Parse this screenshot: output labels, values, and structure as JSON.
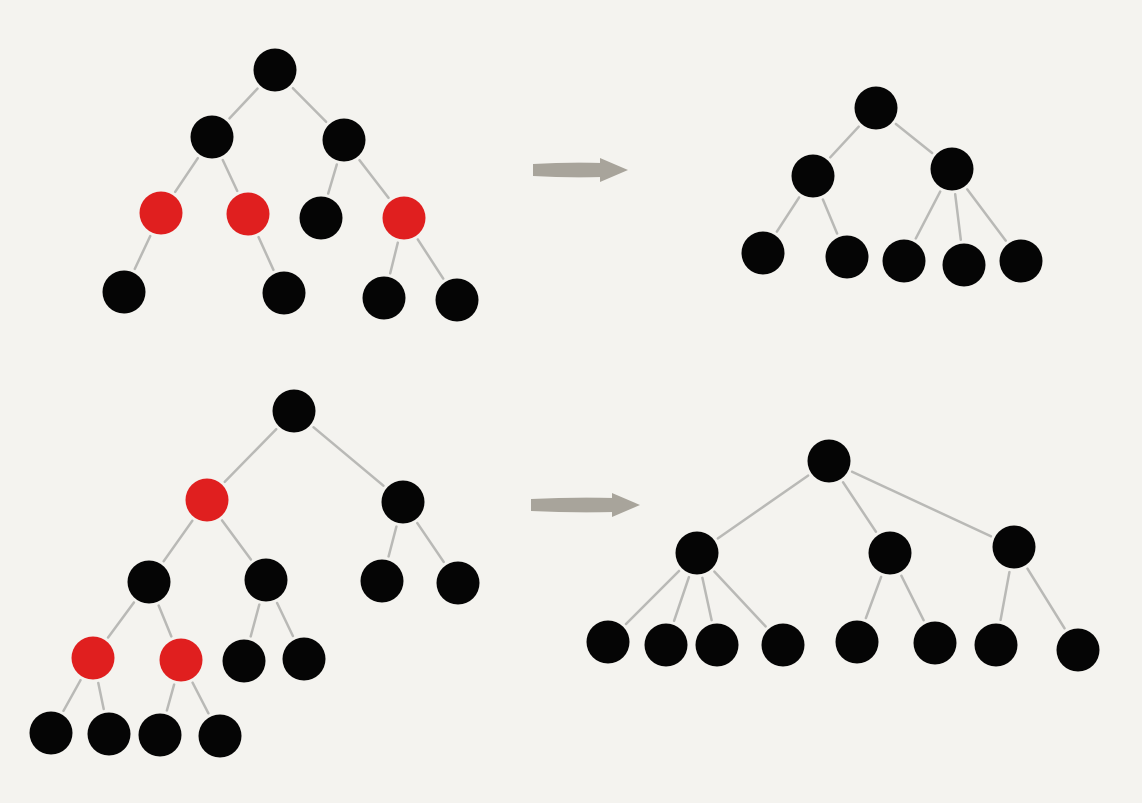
{
  "colors": {
    "background": "#f4f3ef",
    "black_node": "#050505",
    "red_node": "#e01f1f",
    "edge": "#b9b9b6",
    "arrow": "#a8a49b"
  },
  "diagrams": [
    {
      "name": "red-black-tree-1",
      "nodes": [
        {
          "id": "a1",
          "color": "black"
        },
        {
          "id": "a2",
          "color": "black"
        },
        {
          "id": "a3",
          "color": "black"
        },
        {
          "id": "a4",
          "color": "red"
        },
        {
          "id": "a5",
          "color": "red"
        },
        {
          "id": "a6",
          "color": "black"
        },
        {
          "id": "a7",
          "color": "red"
        },
        {
          "id": "a8",
          "color": "black"
        },
        {
          "id": "a9",
          "color": "black"
        },
        {
          "id": "a10",
          "color": "black"
        },
        {
          "id": "a11",
          "color": "black"
        }
      ],
      "edges": [
        [
          "a1",
          "a2"
        ],
        [
          "a1",
          "a3"
        ],
        [
          "a2",
          "a4"
        ],
        [
          "a2",
          "a5"
        ],
        [
          "a3",
          "a6"
        ],
        [
          "a3",
          "a7"
        ],
        [
          "a4",
          "a8"
        ],
        [
          "a5",
          "a9"
        ],
        [
          "a7",
          "a10"
        ],
        [
          "a7",
          "a11"
        ]
      ]
    },
    {
      "name": "two-three-four-tree-1",
      "nodes": [
        {
          "id": "b1",
          "color": "black"
        },
        {
          "id": "b2",
          "color": "black"
        },
        {
          "id": "b3",
          "color": "black"
        },
        {
          "id": "b4",
          "color": "black"
        },
        {
          "id": "b5",
          "color": "black"
        },
        {
          "id": "b6",
          "color": "black"
        },
        {
          "id": "b7",
          "color": "black"
        },
        {
          "id": "b8",
          "color": "black"
        }
      ],
      "edges": [
        [
          "b1",
          "b2"
        ],
        [
          "b1",
          "b3"
        ],
        [
          "b2",
          "b4"
        ],
        [
          "b2",
          "b5"
        ],
        [
          "b3",
          "b6"
        ],
        [
          "b3",
          "b7"
        ],
        [
          "b3",
          "b8"
        ]
      ]
    },
    {
      "name": "red-black-tree-2",
      "nodes": [
        {
          "id": "c1",
          "color": "black"
        },
        {
          "id": "c2",
          "color": "red"
        },
        {
          "id": "c3",
          "color": "black"
        },
        {
          "id": "c4",
          "color": "black"
        },
        {
          "id": "c5",
          "color": "black"
        },
        {
          "id": "c6",
          "color": "black"
        },
        {
          "id": "c7",
          "color": "black"
        },
        {
          "id": "c8",
          "color": "red"
        },
        {
          "id": "c9",
          "color": "red"
        },
        {
          "id": "c10",
          "color": "black"
        },
        {
          "id": "c11",
          "color": "black"
        },
        {
          "id": "c12",
          "color": "black"
        },
        {
          "id": "c13",
          "color": "black"
        },
        {
          "id": "c14",
          "color": "black"
        },
        {
          "id": "c15",
          "color": "black"
        }
      ],
      "edges": [
        [
          "c1",
          "c2"
        ],
        [
          "c1",
          "c3"
        ],
        [
          "c2",
          "c4"
        ],
        [
          "c2",
          "c5"
        ],
        [
          "c3",
          "c6"
        ],
        [
          "c3",
          "c7"
        ],
        [
          "c4",
          "c8"
        ],
        [
          "c4",
          "c9"
        ],
        [
          "c5",
          "c10"
        ],
        [
          "c5",
          "c11"
        ],
        [
          "c8",
          "c12"
        ],
        [
          "c8",
          "c13"
        ],
        [
          "c9",
          "c14"
        ],
        [
          "c9",
          "c15"
        ]
      ]
    },
    {
      "name": "two-three-four-tree-2",
      "nodes": [
        {
          "id": "d1",
          "color": "black"
        },
        {
          "id": "d2",
          "color": "black"
        },
        {
          "id": "d3",
          "color": "black"
        },
        {
          "id": "d4",
          "color": "black"
        },
        {
          "id": "d5",
          "color": "black"
        },
        {
          "id": "d6",
          "color": "black"
        },
        {
          "id": "d7",
          "color": "black"
        },
        {
          "id": "d8",
          "color": "black"
        },
        {
          "id": "d9",
          "color": "black"
        },
        {
          "id": "d10",
          "color": "black"
        },
        {
          "id": "d11",
          "color": "black"
        },
        {
          "id": "d12",
          "color": "black"
        }
      ],
      "edges": [
        [
          "d1",
          "d2"
        ],
        [
          "d1",
          "d3"
        ],
        [
          "d1",
          "d4"
        ],
        [
          "d2",
          "d5"
        ],
        [
          "d2",
          "d6"
        ],
        [
          "d2",
          "d7"
        ],
        [
          "d2",
          "d8"
        ],
        [
          "d3",
          "d9"
        ],
        [
          "d3",
          "d10"
        ],
        [
          "d4",
          "d11"
        ],
        [
          "d4",
          "d12"
        ]
      ]
    }
  ],
  "arrows": [
    {
      "name": "transform-arrow-top"
    },
    {
      "name": "transform-arrow-bottom"
    }
  ]
}
